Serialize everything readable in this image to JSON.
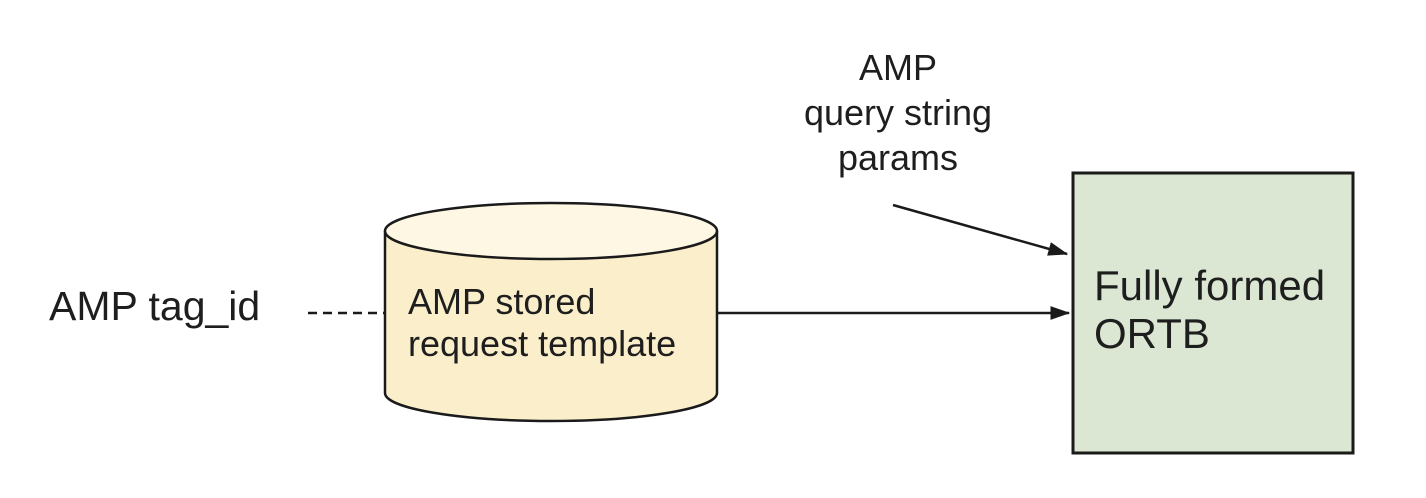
{
  "diagram": {
    "labels": {
      "amp_tag_id": "AMP tag_id",
      "query_params": "AMP\nquery string\nparams",
      "cylinder": "AMP stored\nrequest template",
      "box": "Fully formed\nORTB"
    },
    "nodes": [
      {
        "id": "amp-stored-request-template",
        "shape": "cylinder",
        "label": "AMP stored request template"
      },
      {
        "id": "fully-formed-ortb",
        "shape": "rectangle",
        "label": "Fully formed ORTB"
      }
    ],
    "connectors": [
      {
        "from": "AMP tag_id",
        "to": "AMP stored request template",
        "style": "dashed",
        "arrow": false
      },
      {
        "from": "AMP stored request template",
        "to": "Fully formed ORTB",
        "style": "solid",
        "arrow": true
      },
      {
        "from": "AMP query string params",
        "to": "Fully formed ORTB",
        "style": "solid",
        "arrow": true
      }
    ]
  },
  "colors": {
    "cylinder_fill": "#FBEECA",
    "cylinder_top_fill": "#FDF7E4",
    "box_fill": "#DBE7D3",
    "stroke": "#1a1a1a",
    "text": "#1e1e1e",
    "background": "#ffffff"
  }
}
